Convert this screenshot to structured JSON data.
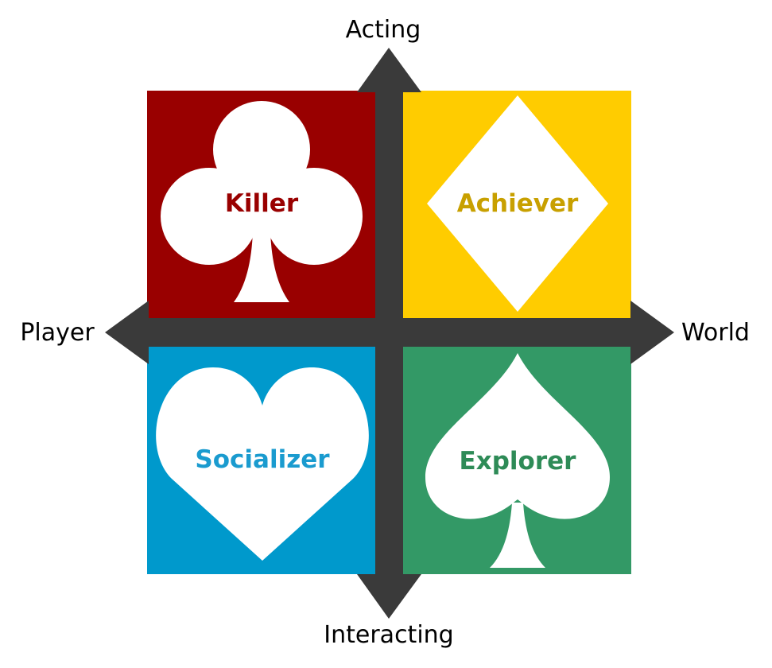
{
  "axes": {
    "top": "Acting",
    "bottom": "Interacting",
    "left": "Player",
    "right": "World"
  },
  "quadrants": {
    "killer": {
      "label": "Killer",
      "suit": "club-icon",
      "bg": "#990000",
      "text_color": "#990000"
    },
    "achiever": {
      "label": "Achiever",
      "suit": "diamond-icon",
      "bg": "#FFCC00",
      "text_color": "#C8A000"
    },
    "socializer": {
      "label": "Socializer",
      "suit": "heart-icon",
      "bg": "#0099CC",
      "text_color": "#1A9BCF"
    },
    "explorer": {
      "label": "Explorer",
      "suit": "spade-icon",
      "bg": "#339966",
      "text_color": "#2E8B57"
    }
  },
  "colors": {
    "axis": "#3a3a3a",
    "suit_fill": "#ffffff"
  }
}
